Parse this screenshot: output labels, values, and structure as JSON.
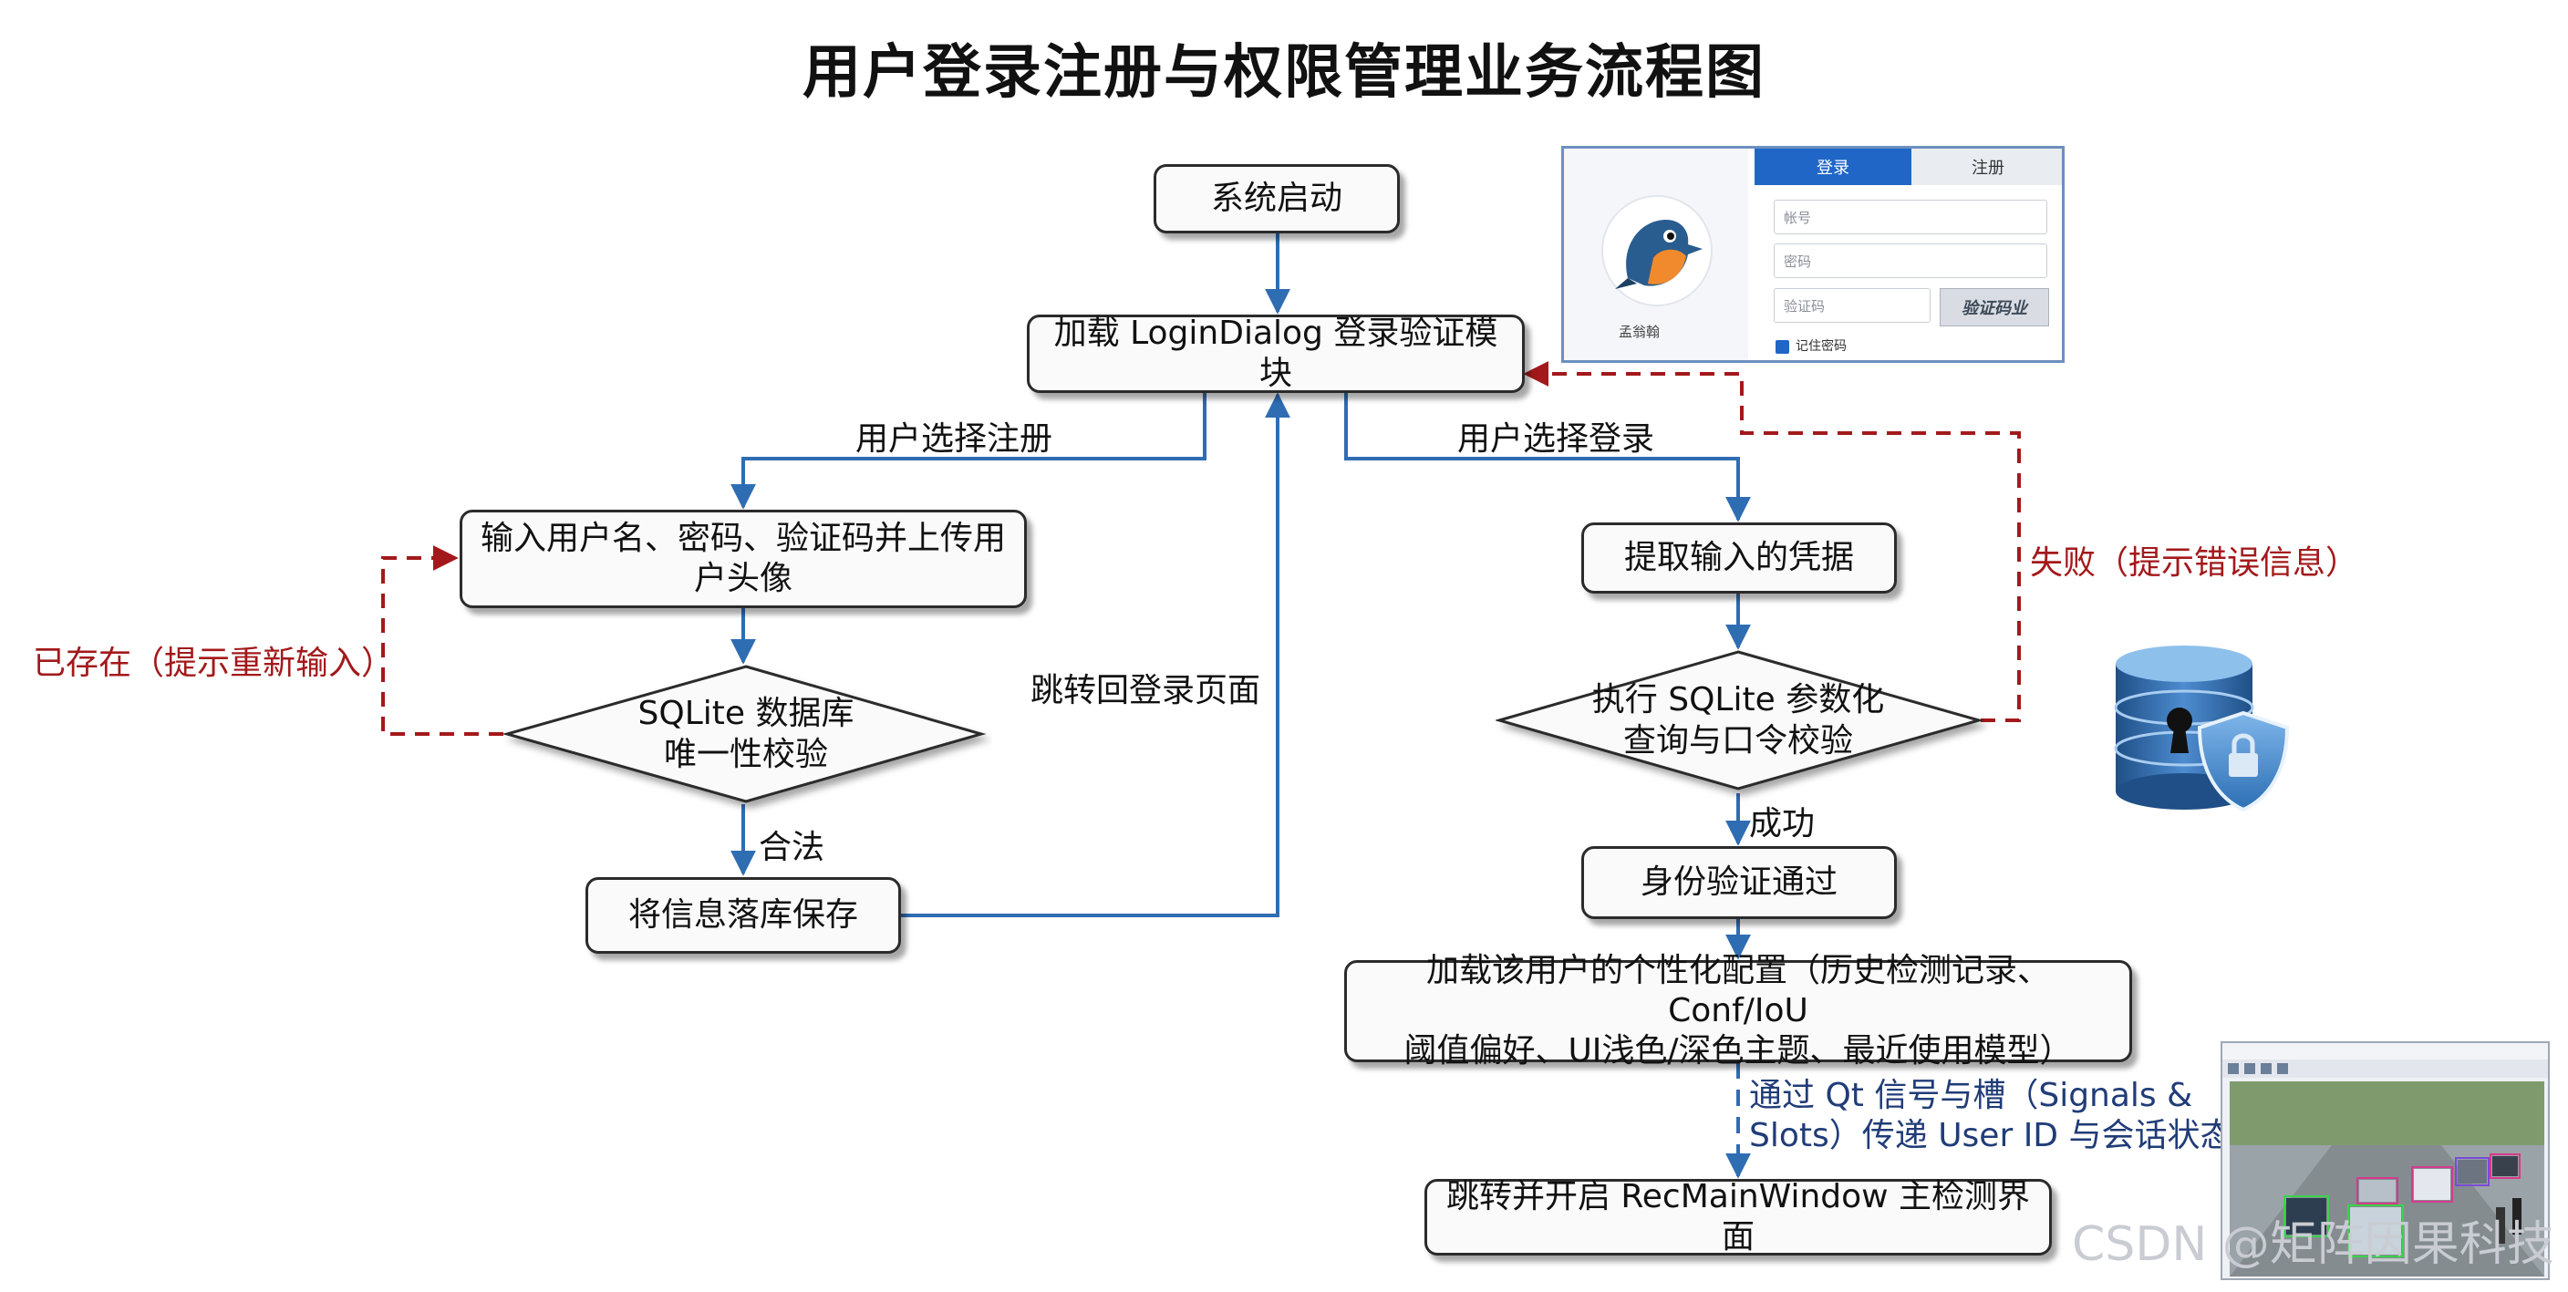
{
  "title": "用户登录注册与权限管理业务流程图",
  "nodes": {
    "start": "系统启动",
    "load_dialog": "加载 LoginDialog 登录验证模块",
    "input_register": "输入用户名、密码、验证码并上传用户头像",
    "unique_check": "SQLite 数据库\n唯一性校验",
    "save_db": "将信息落库保存",
    "extract_credentials": "提取输入的凭据",
    "query_check": "执行 SQLite 参数化\n查询与口令校验",
    "auth_pass": "身份验证通过",
    "load_config": "加载该用户的个性化配置（历史检测记录、Conf/IoU\n阈值偏好、UI浅色/深色主题、最近使用模型）",
    "open_main": "跳转并开启 RecMainWindow 主检测界面"
  },
  "edge_labels": {
    "choose_register": "用户选择注册",
    "choose_login": "用户选择登录",
    "exists": "已存在（提示重新输入）",
    "valid": "合法",
    "back_to_login": "跳转回登录页面",
    "fail": "失败（提示错误信息）",
    "success": "成功",
    "signals": "通过 Qt 信号与槽（Signals &\nSlots）传递 User ID 与会话状态"
  },
  "login_dialog": {
    "tab_login": "登录",
    "tab_register": "注册",
    "account_placeholder": "帐号",
    "password_placeholder": "密码",
    "captcha_placeholder": "验证码",
    "captcha_image": "验证码业",
    "remember": "记住密码",
    "username": "孟翁翰"
  },
  "watermark": "CSDN @矩阵因果科技",
  "colors": {
    "flow_blue": "#2f6db3",
    "fail_red": "#a3191b",
    "label_blue": "#203c78",
    "node_border": "#2b2b2b"
  }
}
